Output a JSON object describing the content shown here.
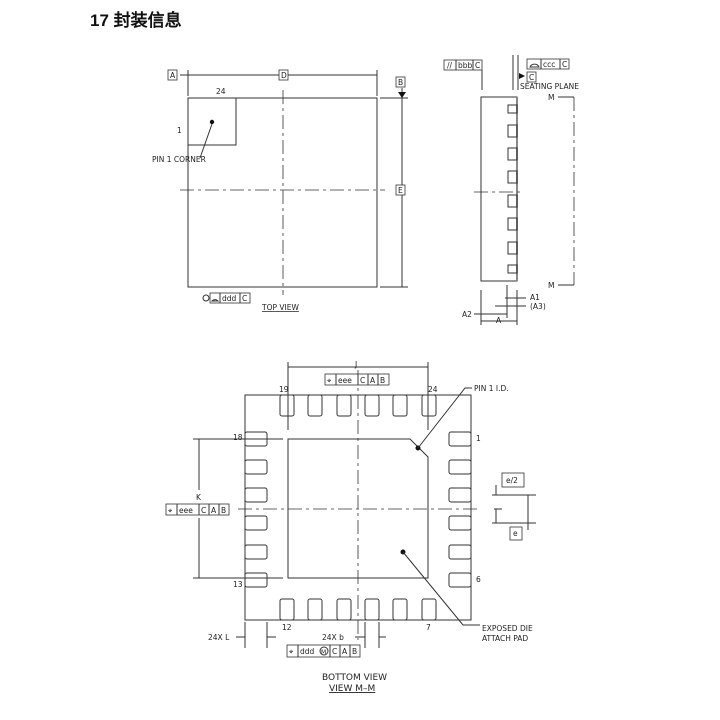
{
  "section_title": "17 封装信息",
  "top_view": {
    "caption": "TOP VIEW",
    "datum_a": "A",
    "datum_b": "B",
    "dim_d": "D",
    "dim_e": "E",
    "pin24": "24",
    "pin1": "1",
    "pin1_corner": "PIN 1 CORNER",
    "tol_ddd": "ddd",
    "tol_c": "C"
  },
  "side_view": {
    "tol_bbb": "bbb",
    "tol_ccc": "ccc",
    "datum_c": "C",
    "seating_plane": "SEATING PLANE",
    "m_top": "M",
    "m_bottom": "M",
    "a1": "A1",
    "a3": "(A3)",
    "a2": "A2",
    "a": "A"
  },
  "bottom_view": {
    "caption1": "BOTTOM VIEW",
    "caption2": "VIEW M–M",
    "dim_j": "J",
    "dim_k": "K",
    "pin19": "19",
    "pin24": "24",
    "pin18": "18",
    "pin1": "1",
    "pin13": "13",
    "pin6": "6",
    "pin12": "12",
    "pin7": "7",
    "pin1_id": "PIN 1 I.D.",
    "exposed1": "EXPOSED DIE",
    "exposed2": "ATTACH PAD",
    "e_half": "e/2",
    "e": "e",
    "l_label": "24X  L",
    "b_label": "24X  b",
    "tol_eee": "eee",
    "tol_ddd": "ddd",
    "c": "C",
    "a": "A",
    "b": "B",
    "mmc": "M"
  }
}
